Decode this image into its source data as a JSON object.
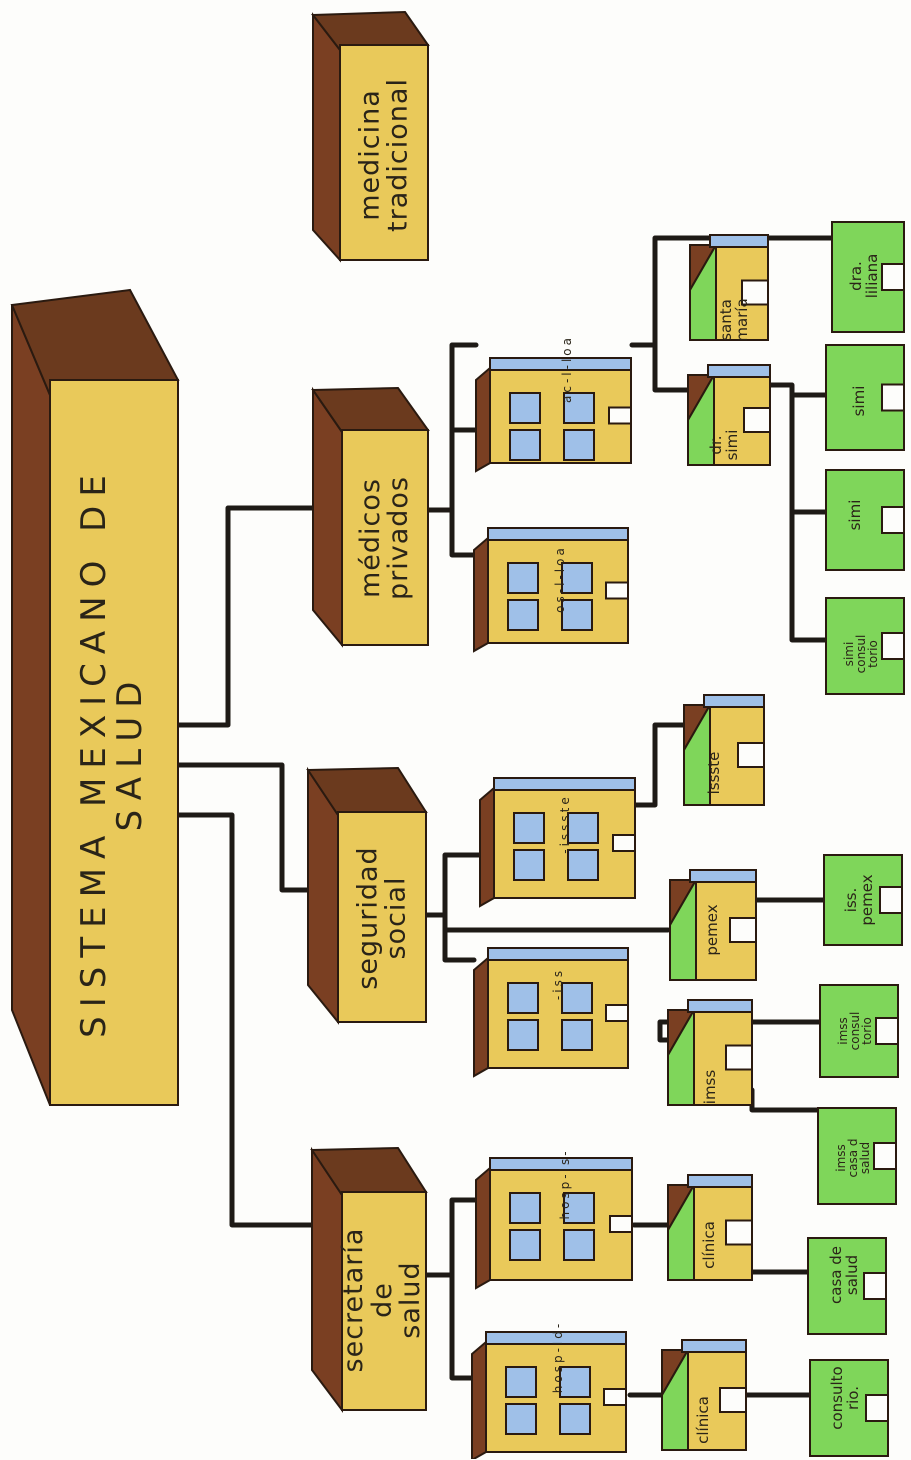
{
  "title": "SISTEMA MEXICANO DE SALUD",
  "categories": [
    {
      "key": "tradicional",
      "label": "medicina\ntradicional"
    },
    {
      "key": "privados",
      "label": "médicos\nprivados"
    },
    {
      "key": "social",
      "label": "seguridad\nsocial"
    },
    {
      "key": "secretaria",
      "label": "secretaría\nde\nsalud"
    }
  ],
  "buildings": {
    "privados_top": "ac-l-loa",
    "privados_bottom": "os-l-loa",
    "social_top": "-issste",
    "social_bottom": "-iss",
    "secretaria_top": "hosp-ls-",
    "secretaria_bottom": "hosp-ld-"
  },
  "clinics": {
    "santa_maria": "santa\nmaría",
    "dr_simi": "dr.\nsimi",
    "issste": "issste",
    "pemex": "pemex",
    "imss": "imss",
    "clinica_top": "clínica",
    "clinica_bottom": "clínica"
  },
  "offices": {
    "dra_liliana": "dra.\nliliana",
    "simi1": "simi",
    "simi2": "simi",
    "simi_consultorio": "simi\nconsul\ntorio",
    "iss_pemex": "iss.\npemex",
    "imss_consultorio": "imss\nconsul\ntorio",
    "imss_casa": "imss\ncasa d\nsalud",
    "casa_salud": "casa de\nsalud",
    "consultorio": "consulto\nrio."
  },
  "colors": {
    "brown": "#7a3f22",
    "yellow": "#e9c95a",
    "blue": "#9fc0e8",
    "green": "#7fd65a",
    "line": "#1e1a16"
  }
}
